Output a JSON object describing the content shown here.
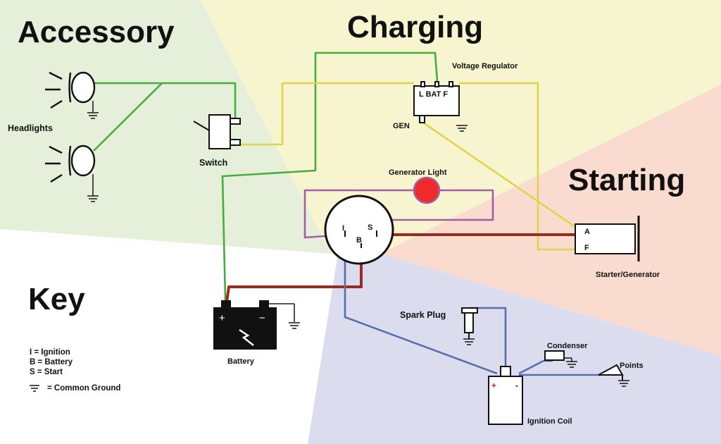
{
  "sections": {
    "accessory": "Accessory",
    "charging": "Charging",
    "starting": "Starting",
    "key": "Key"
  },
  "components": {
    "voltage_regulator": "Voltage Regulator",
    "regulator_terminals": "L BAT F",
    "gen_terminal": "GEN",
    "headlights": "Headlights",
    "switch": "Switch",
    "generator_light": "Generator Light",
    "starter_generator": "Starter/Generator",
    "sg_terminal_a": "A",
    "sg_terminal_f": "F",
    "battery": "Battery",
    "battery_plus": "+",
    "battery_minus": "−",
    "spark_plug": "Spark Plug",
    "condenser": "Condenser",
    "points": "Points",
    "ignition_coil": "Ignition Coil",
    "coil_plus": "+",
    "coil_minus": "-",
    "key_switch": {
      "i": "I",
      "b": "B",
      "s": "S"
    }
  },
  "legend": {
    "items": [
      "I = Ignition",
      "B = Battery",
      "S = Start"
    ],
    "ground": "= Common Ground"
  },
  "colors": {
    "accessory_bg": "#e6efd9",
    "charging_bg": "#f6f5cf",
    "starting_bg": "#f9dccf",
    "ignition_bg": "#dcdcef",
    "green_wire": "#46ad3f",
    "yellow_wire": "#e1d44b",
    "purple_wire": "#a55ea6",
    "red_wire": "#9b2a1f",
    "blue_wire": "#5a6eaf",
    "generator_lamp": "#ee2b2b"
  }
}
